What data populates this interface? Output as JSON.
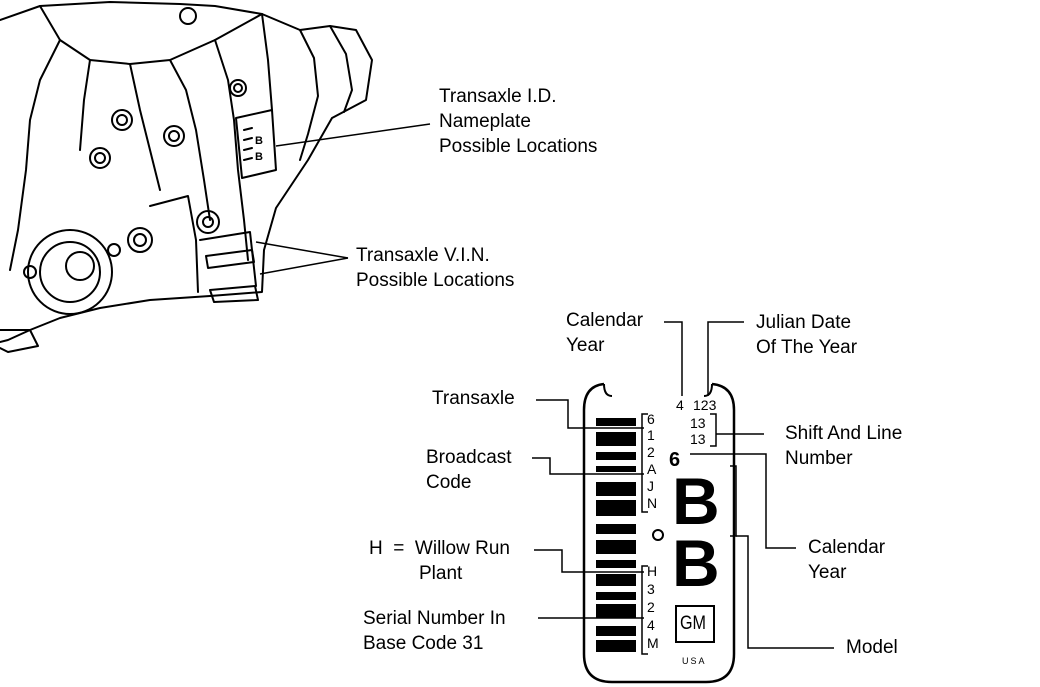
{
  "callouts": {
    "nameplate": [
      "Transaxle I.D.",
      "Nameplate",
      "Possible Locations"
    ],
    "vin": [
      "Transaxle V.I.N.",
      "Possible Locations"
    ],
    "calendar_year_top": [
      "Calendar",
      "Year"
    ],
    "julian_date": [
      "Julian Date",
      "Of The Year"
    ],
    "transaxle": [
      "Transaxle"
    ],
    "shift_line": [
      "Shift And Line",
      "Number"
    ],
    "broadcast": [
      "Broadcast",
      "Code"
    ],
    "calendar_year_right": [
      "Calendar",
      "Year"
    ],
    "plant": [
      "H  =  Willow Run",
      "Plant"
    ],
    "serial": [
      "Serial Number In",
      "Base Code 31"
    ],
    "model": [
      "Model"
    ]
  },
  "tag": {
    "year_digit": "4",
    "julian": "123",
    "shift_1": "13",
    "shift_2": "13",
    "left_chars": [
      "6",
      "1",
      "2",
      "A",
      "J",
      "N"
    ],
    "serial_chars": [
      "H",
      "3",
      "2",
      "4",
      "M"
    ],
    "year_big": "6",
    "model_letter_1": "B",
    "model_letter_2": "B",
    "logo": "GM",
    "country": "USA"
  }
}
